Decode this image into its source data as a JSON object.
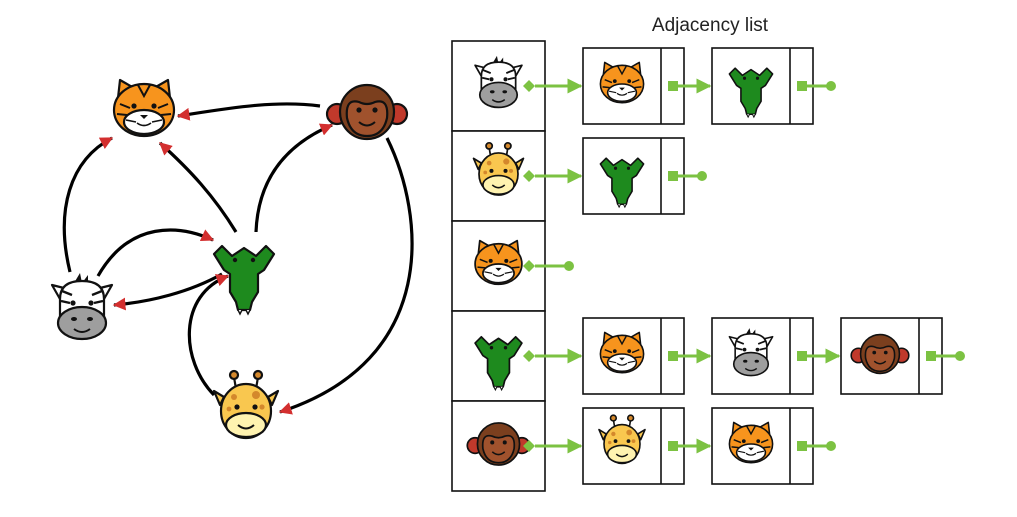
{
  "title": "Adjacency list",
  "colors": {
    "edge": "#000000",
    "arrowhead": "#d32f2f",
    "pointer": "#7cc242",
    "tiger": "#f7941d",
    "monkey": "#7b3f1e",
    "crocodile": "#1e8a1e",
    "zebra": "#ffffff",
    "giraffe": "#f9c74f"
  },
  "graph": {
    "nodes": [
      {
        "id": "tiger",
        "icon": "tiger-icon"
      },
      {
        "id": "monkey",
        "icon": "monkey-icon"
      },
      {
        "id": "crocodile",
        "icon": "crocodile-icon"
      },
      {
        "id": "zebra",
        "icon": "zebra-icon"
      },
      {
        "id": "giraffe",
        "icon": "giraffe-icon"
      }
    ],
    "edges": [
      {
        "from": "zebra",
        "to": "tiger"
      },
      {
        "from": "zebra",
        "to": "crocodile"
      },
      {
        "from": "crocodile",
        "to": "tiger"
      },
      {
        "from": "crocodile",
        "to": "zebra"
      },
      {
        "from": "crocodile",
        "to": "monkey"
      },
      {
        "from": "monkey",
        "to": "tiger"
      },
      {
        "from": "monkey",
        "to": "giraffe"
      },
      {
        "from": "giraffe",
        "to": "crocodile"
      }
    ]
  },
  "adjacency_list": [
    {
      "head": "zebra",
      "neighbors": [
        "tiger",
        "crocodile"
      ]
    },
    {
      "head": "giraffe",
      "neighbors": [
        "crocodile"
      ]
    },
    {
      "head": "tiger",
      "neighbors": []
    },
    {
      "head": "crocodile",
      "neighbors": [
        "tiger",
        "zebra",
        "monkey"
      ]
    },
    {
      "head": "monkey",
      "neighbors": [
        "giraffe",
        "tiger"
      ]
    }
  ]
}
